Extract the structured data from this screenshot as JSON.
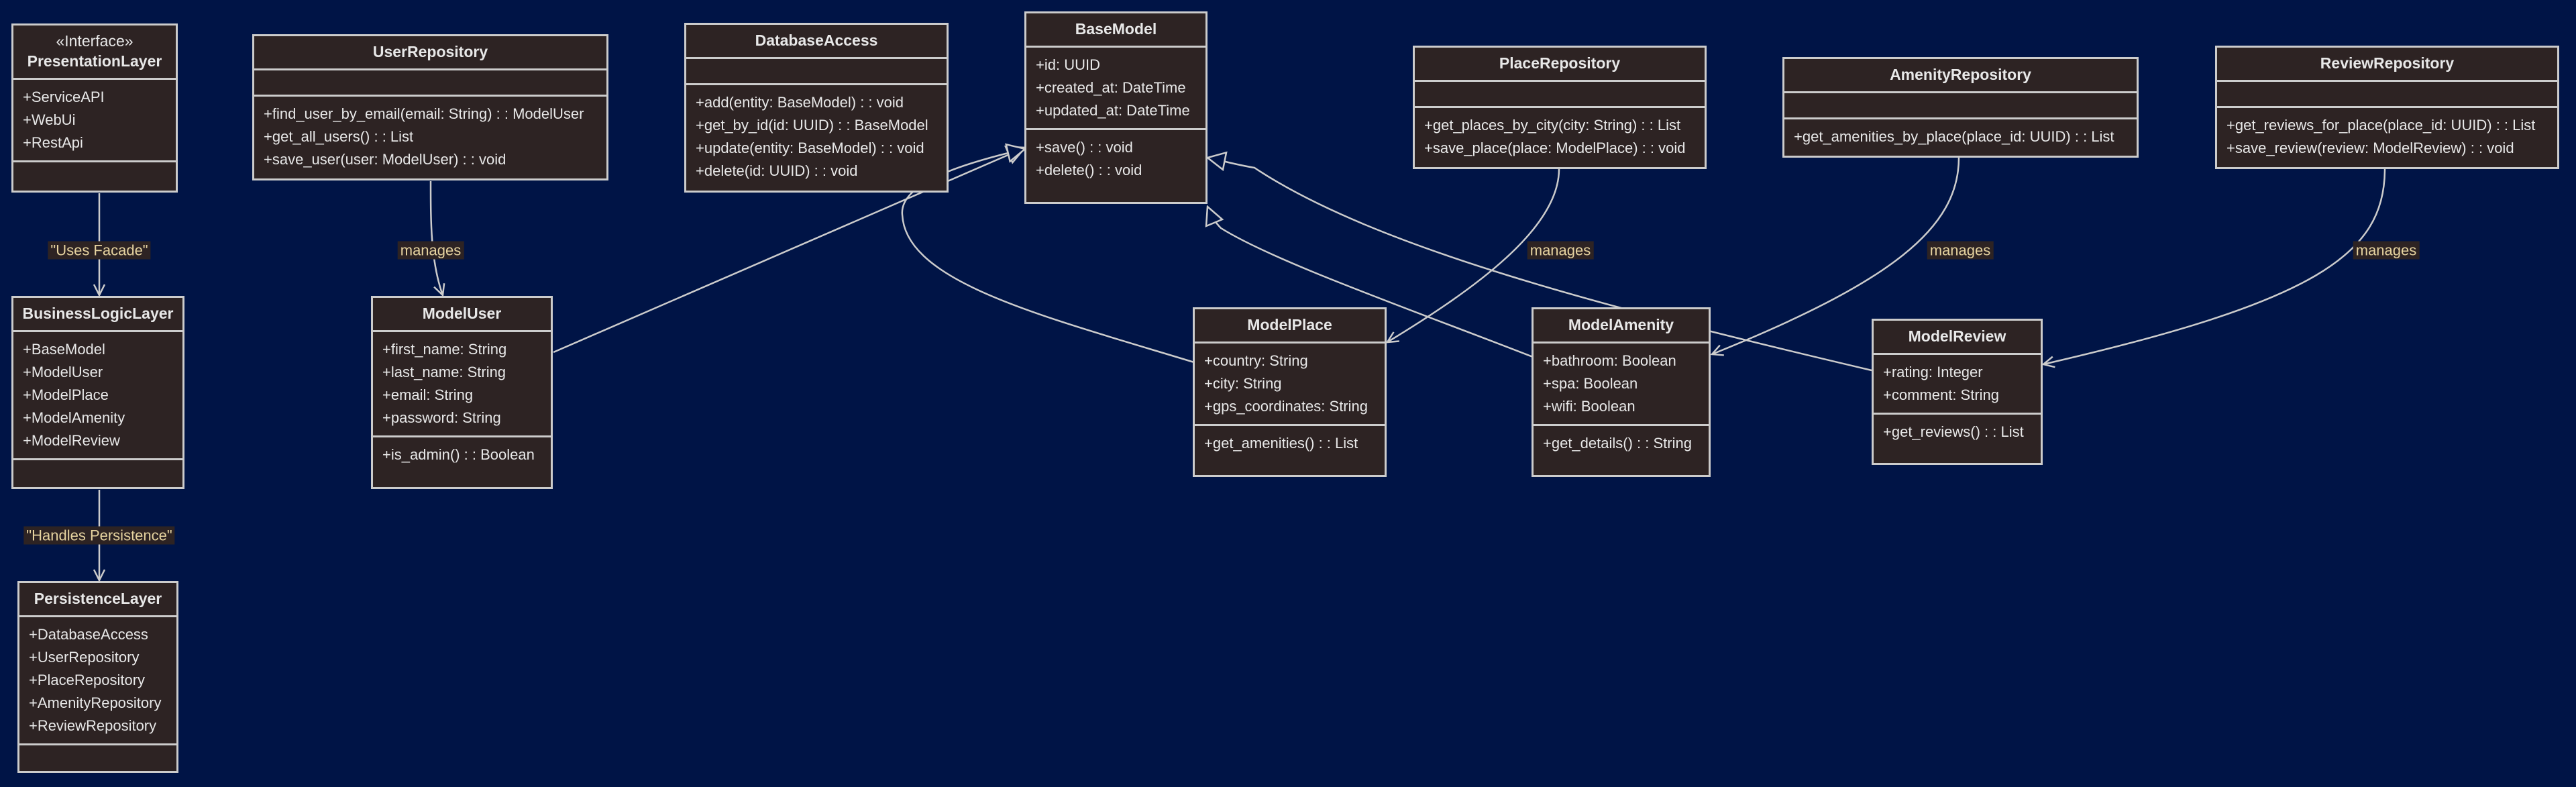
{
  "classes": {
    "presentation": {
      "stereotype": "«Interface»",
      "name": "PresentationLayer",
      "attributes": [
        "+ServiceAPI",
        "+WebUi",
        "+RestApi"
      ],
      "methods": []
    },
    "business": {
      "name": "BusinessLogicLayer",
      "attributes": [
        "+BaseModel",
        "+ModelUser",
        "+ModelPlace",
        "+ModelAmenity",
        "+ModelReview"
      ],
      "methods": []
    },
    "persistence": {
      "name": "PersistenceLayer",
      "attributes": [
        "+DatabaseAccess",
        "+UserRepository",
        "+PlaceRepository",
        "+AmenityRepository",
        "+ReviewRepository"
      ],
      "methods": []
    },
    "user_repository": {
      "name": "UserRepository",
      "attributes": [],
      "methods": [
        "+find_user_by_email(email: String) : : ModelUser",
        "+get_all_users() : : List",
        "+save_user(user: ModelUser) : : void"
      ]
    },
    "model_user": {
      "name": "ModelUser",
      "attributes": [
        "+first_name: String",
        "+last_name: String",
        "+email: String",
        "+password: String"
      ],
      "methods": [
        "+is_admin() : : Boolean"
      ]
    },
    "database_access": {
      "name": "DatabaseAccess",
      "attributes": [],
      "methods": [
        "+add(entity: BaseModel) : : void",
        "+get_by_id(id: UUID) : : BaseModel",
        "+update(entity: BaseModel) : : void",
        "+delete(id: UUID) : : void"
      ]
    },
    "base_model": {
      "name": "BaseModel",
      "attributes": [
        "+id: UUID",
        "+created_at: DateTime",
        "+updated_at: DateTime"
      ],
      "methods": [
        "+save() : : void",
        "+delete() : : void"
      ]
    },
    "place_repository": {
      "name": "PlaceRepository",
      "attributes": [],
      "methods": [
        "+get_places_by_city(city: String) : : List",
        "+save_place(place: ModelPlace) : : void"
      ]
    },
    "amenity_repository": {
      "name": "AmenityRepository",
      "attributes": [],
      "methods": [
        "+get_amenities_by_place(place_id: UUID) : : List"
      ]
    },
    "review_repository": {
      "name": "ReviewRepository",
      "attributes": [],
      "methods": [
        "+get_reviews_for_place(place_id: UUID) : : List",
        "+save_review(review: ModelReview) : : void"
      ]
    },
    "model_place": {
      "name": "ModelPlace",
      "attributes": [
        "+country: String",
        "+city: String",
        "+gps_coordinates: String"
      ],
      "methods": [
        "+get_amenities() : : List"
      ]
    },
    "model_amenity": {
      "name": "ModelAmenity",
      "attributes": [
        "+bathroom: Boolean",
        "+spa: Boolean",
        "+wifi: Boolean"
      ],
      "methods": [
        "+get_details() : : String"
      ]
    },
    "model_review": {
      "name": "ModelReview",
      "attributes": [
        "+rating: Integer",
        "+comment: String"
      ],
      "methods": [
        "+get_reviews() : : List"
      ]
    }
  },
  "edge_labels": {
    "uses_facade": "\"Uses Facade\"",
    "handles_persistence": "\"Handles Persistence\"",
    "manages_user": "manages",
    "manages_place": "manages",
    "manages_amenity": "manages",
    "manages_review": "manages"
  },
  "colors": {
    "background": "#001446",
    "node_fill": "#2d2323",
    "node_border": "#cccccc",
    "text": "#e8e8e8",
    "edge": "#cccccc",
    "label_text": "#e6d3a0"
  }
}
